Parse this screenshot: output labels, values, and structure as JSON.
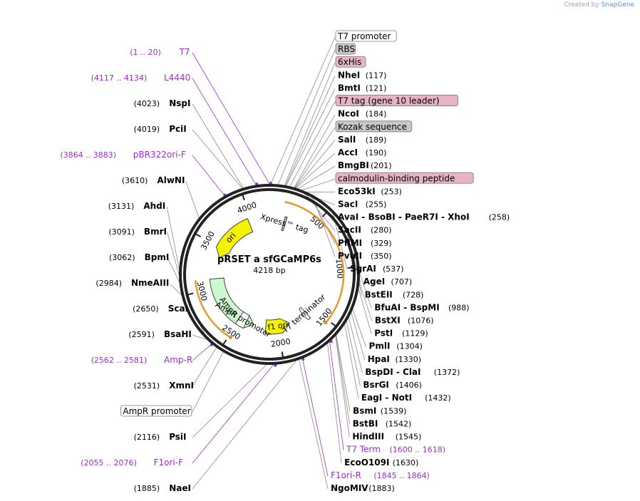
{
  "plasmid": {
    "name": "pRSET a sfGCaMP6s",
    "length_label": "4218 bp",
    "total_bp": 4218
  },
  "credit": {
    "created_by": "Created by",
    "brand": "SnapGene"
  },
  "ruler_ticks": [
    {
      "bp": 500,
      "label": "500"
    },
    {
      "bp": 1000,
      "label": "1000"
    },
    {
      "bp": 1500,
      "label": "1500"
    },
    {
      "bp": 2000,
      "label": "2000"
    },
    {
      "bp": 2500,
      "label": "2500"
    },
    {
      "bp": 3000,
      "label": "3000"
    },
    {
      "bp": 3500,
      "label": "3500"
    },
    {
      "bp": 4000,
      "label": "4000"
    }
  ],
  "features": [
    {
      "name": "ori",
      "start": 3380,
      "end": 3968,
      "direction": "reverse",
      "color": "#f5f200",
      "kind": "arrow"
    },
    {
      "name": "AmpR",
      "start": 2310,
      "end": 3110,
      "direction": "reverse",
      "color": "#cdf7cf",
      "kind": "arrow"
    },
    {
      "name": "f1 ori",
      "start": 1845,
      "end": 2155,
      "direction": "reverse",
      "color": "#f5f200",
      "kind": "arrow"
    },
    {
      "name": "T7 terminator",
      "start": 1600,
      "end": 1648,
      "direction": "forward",
      "color": "#ffffff",
      "kind": "arrow"
    },
    {
      "name": "Xpress™ tag",
      "start": 180,
      "end": 204,
      "direction": "forward",
      "color": "#b8b8b8",
      "kind": "box"
    },
    {
      "name": "AmpR promoter",
      "start": 2411,
      "end": 2515,
      "direction": "reverse",
      "color": "#ffffff",
      "kind": "box"
    }
  ],
  "orange_arcs": [
    {
      "start": 140,
      "end": 1530,
      "direction": "forward",
      "color": "#e0901a"
    },
    {
      "start": 2480,
      "end": 3110,
      "direction": "reverse",
      "color": "#e0901a"
    }
  ],
  "labels": [
    {
      "side": "right",
      "bp": 4,
      "name": "T7 promoter",
      "pos": "",
      "style": "boxed"
    },
    {
      "side": "left",
      "bp": 10,
      "name": "T7",
      "pos": "(1 .. 20)",
      "style": "primer"
    },
    {
      "side": "right",
      "bp": 60,
      "name": "RBS",
      "pos": "",
      "style": "gray"
    },
    {
      "side": "right",
      "bp": 110,
      "name": "6xHis",
      "pos": "",
      "style": "pink"
    },
    {
      "side": "right",
      "bp": 117,
      "name": "NheI",
      "pos": "(117)",
      "style": "site"
    },
    {
      "side": "right",
      "bp": 121,
      "name": "BmtI",
      "pos": "(121)",
      "style": "site"
    },
    {
      "side": "right",
      "bp": 150,
      "name": "T7 tag (gene 10 leader)",
      "pos": "",
      "style": "pink"
    },
    {
      "side": "right",
      "bp": 184,
      "name": "NcoI",
      "pos": "(184)",
      "style": "site"
    },
    {
      "side": "right",
      "bp": 186,
      "name": "Kozak sequence",
      "pos": "",
      "style": "gray"
    },
    {
      "side": "right",
      "bp": 189,
      "name": "SalI",
      "pos": "(189)",
      "style": "site"
    },
    {
      "side": "right",
      "bp": 190,
      "name": "AccI",
      "pos": "(190)",
      "style": "site"
    },
    {
      "side": "right",
      "bp": 201,
      "name": "BmgBI",
      "pos": "(201)",
      "style": "site"
    },
    {
      "side": "right",
      "bp": 230,
      "name": "calmodulin-binding peptide",
      "pos": "",
      "style": "pink"
    },
    {
      "side": "right",
      "bp": 253,
      "name": "Eco53kI",
      "pos": "(253)",
      "style": "site"
    },
    {
      "side": "right",
      "bp": 255,
      "name": "SacI",
      "pos": "(255)",
      "style": "site"
    },
    {
      "side": "right",
      "bp": 258,
      "name": "AvaI - BsoBI - PaeR7I - XhoI",
      "pos": "(258)",
      "style": "site"
    },
    {
      "side": "right",
      "bp": 280,
      "name": "SacII",
      "pos": "(280)",
      "style": "site"
    },
    {
      "side": "right",
      "bp": 329,
      "name": "PflMI",
      "pos": "(329)",
      "style": "site"
    },
    {
      "side": "right",
      "bp": 350,
      "name": "PvuII",
      "pos": "(350)",
      "style": "site"
    },
    {
      "side": "right",
      "bp": 537,
      "name": "SgrAI",
      "pos": "(537)",
      "style": "site"
    },
    {
      "side": "right",
      "bp": 707,
      "name": "AgeI",
      "pos": "(707)",
      "style": "site"
    },
    {
      "side": "right",
      "bp": 728,
      "name": "BstEII",
      "pos": "(728)",
      "style": "site"
    },
    {
      "side": "right",
      "bp": 988,
      "name": "BfuAI - BspMI",
      "pos": "(988)",
      "style": "site"
    },
    {
      "side": "right",
      "bp": 1076,
      "name": "BstXI",
      "pos": "(1076)",
      "style": "site"
    },
    {
      "side": "right",
      "bp": 1129,
      "name": "PstI",
      "pos": "(1129)",
      "style": "site"
    },
    {
      "side": "right",
      "bp": 1304,
      "name": "PmlI",
      "pos": "(1304)",
      "style": "site"
    },
    {
      "side": "right",
      "bp": 1330,
      "name": "HpaI",
      "pos": "(1330)",
      "style": "site"
    },
    {
      "side": "right",
      "bp": 1372,
      "name": "BspDI - ClaI",
      "pos": "(1372)",
      "style": "site"
    },
    {
      "side": "right",
      "bp": 1406,
      "name": "BsrGI",
      "pos": "(1406)",
      "style": "site"
    },
    {
      "side": "right",
      "bp": 1432,
      "name": "EagI - NotI",
      "pos": "(1432)",
      "style": "site"
    },
    {
      "side": "right",
      "bp": 1539,
      "name": "BsmI",
      "pos": "(1539)",
      "style": "site"
    },
    {
      "side": "right",
      "bp": 1542,
      "name": "BstBI",
      "pos": "(1542)",
      "style": "site"
    },
    {
      "side": "right",
      "bp": 1545,
      "name": "HindIII",
      "pos": "(1545)",
      "style": "site"
    },
    {
      "side": "right",
      "bp": 1609,
      "name": "T7 Term",
      "pos": "(1600 .. 1618)",
      "style": "primer"
    },
    {
      "side": "right",
      "bp": 1630,
      "name": "EcoO109I",
      "pos": "(1630)",
      "style": "site"
    },
    {
      "side": "right",
      "bp": 1855,
      "name": "F1ori-R",
      "pos": "(1845 .. 1864)",
      "style": "primer"
    },
    {
      "side": "right",
      "bp": 1883,
      "name": "NgoMIV",
      "pos": "(1883)",
      "style": "site"
    },
    {
      "side": "left",
      "bp": 1885,
      "name": "NaeI",
      "pos": "(1885)",
      "style": "site"
    },
    {
      "side": "left",
      "bp": 2065,
      "name": "F1ori-F",
      "pos": "(2055 .. 2076)",
      "style": "primer"
    },
    {
      "side": "left",
      "bp": 2116,
      "name": "PsiI",
      "pos": "(2116)",
      "style": "site"
    },
    {
      "side": "left",
      "bp": 2470,
      "name": "AmpR promoter",
      "pos": "",
      "style": "boxed"
    },
    {
      "side": "left",
      "bp": 2531,
      "name": "XmnI",
      "pos": "(2531)",
      "style": "site"
    },
    {
      "side": "left",
      "bp": 2571,
      "name": "Amp-R",
      "pos": "(2562 .. 2581)",
      "style": "primer"
    },
    {
      "side": "left",
      "bp": 2591,
      "name": "BsaHI",
      "pos": "(2591)",
      "style": "site"
    },
    {
      "side": "left",
      "bp": 2650,
      "name": "ScaI",
      "pos": "(2650)",
      "style": "site"
    },
    {
      "side": "left",
      "bp": 2984,
      "name": "NmeAIII",
      "pos": "(2984)",
      "style": "site"
    },
    {
      "side": "left",
      "bp": 3062,
      "name": "BpmI",
      "pos": "(3062)",
      "style": "site"
    },
    {
      "side": "left",
      "bp": 3091,
      "name": "BmrI",
      "pos": "(3091)",
      "style": "site"
    },
    {
      "side": "left",
      "bp": 3131,
      "name": "AhdI",
      "pos": "(3131)",
      "style": "site"
    },
    {
      "side": "left",
      "bp": 3610,
      "name": "AlwNI",
      "pos": "(3610)",
      "style": "site"
    },
    {
      "side": "left",
      "bp": 3874,
      "name": "pBR322ori-F",
      "pos": "(3864 .. 3883)",
      "style": "primer"
    },
    {
      "side": "left",
      "bp": 4019,
      "name": "PciI",
      "pos": "(4019)",
      "style": "site"
    },
    {
      "side": "left",
      "bp": 4023,
      "name": "NspI",
      "pos": "(4023)",
      "style": "site"
    },
    {
      "side": "left",
      "bp": 4125,
      "name": "L4440",
      "pos": "(4117 .. 4134)",
      "style": "primer"
    }
  ],
  "colors": {
    "primer": "#9b30c8",
    "pink_fill": "#e6b4c6",
    "gray_fill": "#c8c8c8",
    "ring": "#222222",
    "leader": "#8a8a8a"
  }
}
